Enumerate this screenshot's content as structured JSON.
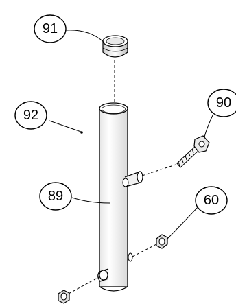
{
  "diagram": {
    "type": "exploded-parts-view",
    "callouts": {
      "c91": "91",
      "c92": "92",
      "c90": "90",
      "c89": "89",
      "c60": "60"
    }
  },
  "colors": {
    "line": "#000000",
    "background": "#ffffff"
  }
}
